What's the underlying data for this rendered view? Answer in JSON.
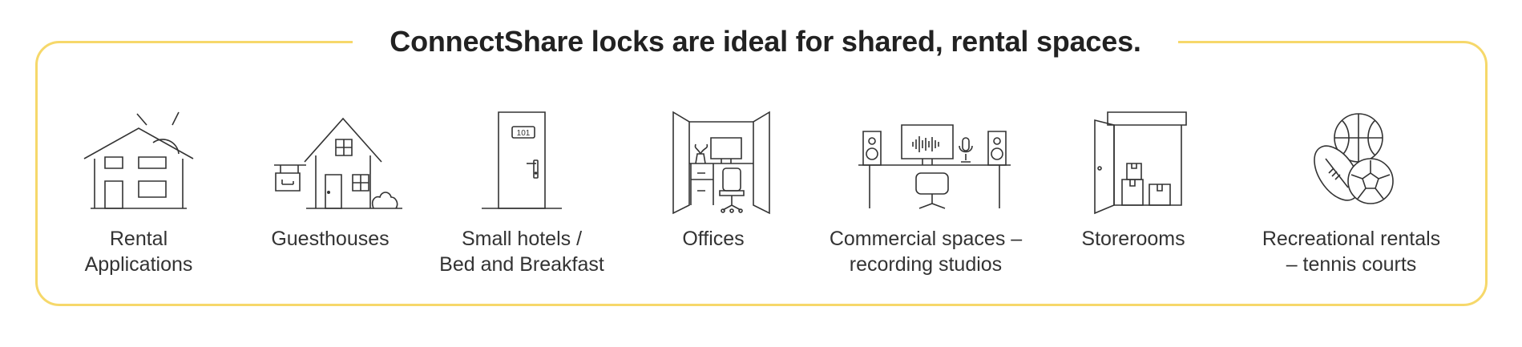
{
  "title": "ConnectShare locks are ideal for shared, rental spaces.",
  "colors": {
    "frame": "#f6d86a",
    "text": "#222222",
    "icon_stroke": "#333333"
  },
  "items": [
    {
      "icon": "house-sun-icon",
      "lines": [
        "Rental",
        "Applications"
      ]
    },
    {
      "icon": "guesthouse-icon",
      "lines": [
        "Guesthouses"
      ]
    },
    {
      "icon": "hotel-door-icon",
      "door_number": "101",
      "lines": [
        "Small hotels /",
        "Bed and Breakfast"
      ]
    },
    {
      "icon": "office-cubicle-icon",
      "lines": [
        "Offices"
      ]
    },
    {
      "icon": "recording-studio-icon",
      "lines": [
        "Commercial spaces –",
        "recording studios"
      ]
    },
    {
      "icon": "storeroom-icon",
      "lines": [
        "Storerooms"
      ]
    },
    {
      "icon": "sports-balls-icon",
      "lines": [
        "Recreational rentals",
        "– tennis courts"
      ]
    }
  ]
}
